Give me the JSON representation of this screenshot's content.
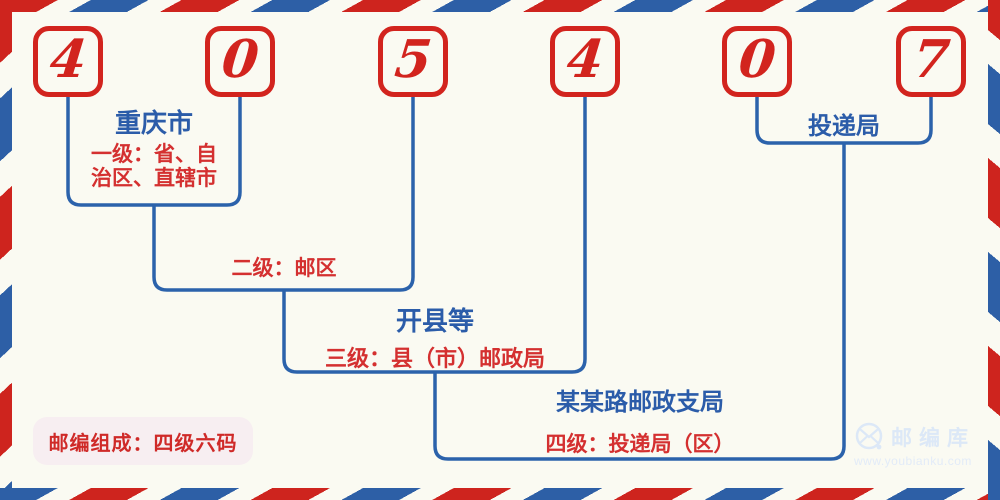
{
  "postal_code": {
    "digits": [
      "4",
      "0",
      "5",
      "4",
      "0",
      "7"
    ]
  },
  "levels": [
    {
      "name": "level1",
      "title": "重庆市",
      "desc_lines": [
        "一级：省、自",
        "治区、直辖市"
      ]
    },
    {
      "name": "level2",
      "desc": "二级：邮区"
    },
    {
      "name": "level3",
      "title": "开县等",
      "desc": "三级：县（市）邮政局"
    },
    {
      "name": "level4",
      "title": "某某路邮政支局",
      "desc": "四级：投递局（区）"
    },
    {
      "name": "delivery",
      "title": "投递局"
    }
  ],
  "badge": {
    "text": "邮编组成：四级六码"
  },
  "watermark": {
    "brand": "邮编库",
    "url": "www.youbianku.com",
    "icon": "envelope-circle-icon"
  },
  "colors": {
    "stripe_red": "#ce241e",
    "stripe_blue": "#2d5fa6",
    "digit_red": "#d2241e",
    "text_blue": "#2b5ca9",
    "text_red": "#d43030",
    "line_blue": "#2b62ab",
    "badge_bg": "#f7eef1",
    "badge_text": "#cf2a28",
    "watermark_blue": "#dce8f7",
    "background": "#fafaf2"
  }
}
